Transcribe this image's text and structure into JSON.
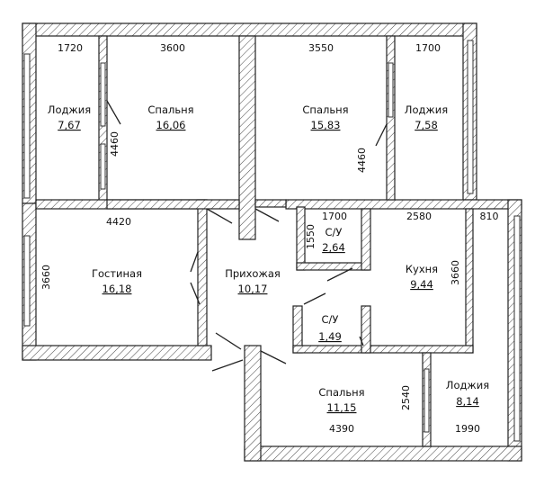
{
  "rooms": [
    {
      "id": "loggia-1",
      "name": "Лоджия",
      "area": "7,67"
    },
    {
      "id": "bedroom-1",
      "name": "Спальня",
      "area": "16,06"
    },
    {
      "id": "bedroom-2",
      "name": "Спальня",
      "area": "15,83"
    },
    {
      "id": "loggia-2",
      "name": "Лоджия",
      "area": "7,58"
    },
    {
      "id": "bathroom-1",
      "name": "С/У",
      "area": "2,64"
    },
    {
      "id": "living",
      "name": "Гостиная",
      "area": "16,18"
    },
    {
      "id": "hall",
      "name": "Прихожая",
      "area": "10,17"
    },
    {
      "id": "kitchen",
      "name": "Кухня",
      "area": "9,44"
    },
    {
      "id": "bathroom-2",
      "name": "С/У",
      "area": "1,49"
    },
    {
      "id": "bedroom-3",
      "name": "Спальня",
      "area": "11,15"
    },
    {
      "id": "loggia-3",
      "name": "Лоджия",
      "area": "8,14"
    }
  ],
  "dimensions": {
    "loggia1_width": "1720",
    "bedroom1_width": "3600",
    "bedroom2_width": "3550",
    "loggia2_width": "1700",
    "bedroom1_depth": "4460",
    "bedroom2_depth": "4460",
    "living_width": "4420",
    "living_depth": "3660",
    "bath1_width": "1700",
    "bath1_depth": "1550",
    "kitchen_width": "2580",
    "loggia3_depth_top": "810",
    "kitchen_depth": "3660",
    "bedroom3_depth": "2540",
    "bedroom3_width": "4390",
    "loggia3_width": "1990"
  }
}
